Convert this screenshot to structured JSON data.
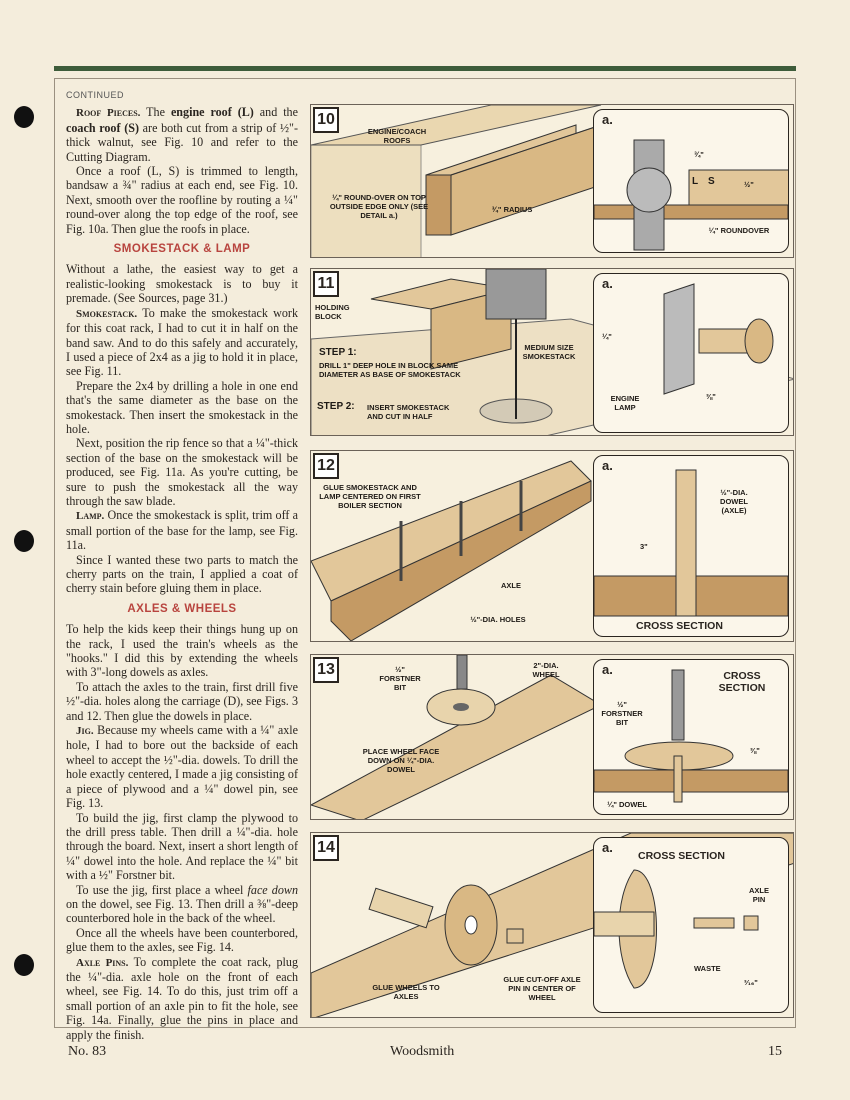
{
  "page": {
    "issue": "No. 83",
    "magazine": "Woodsmith",
    "page_number": "15"
  },
  "article": {
    "continued": "CONTINUED",
    "p1_head": "Roof Pieces.",
    "p1_a": " The ",
    "p1_engine": "engine roof (L)",
    "p1_b": " and the ",
    "p1_coach": "coach roof (S)",
    "p1_c": " are both cut from a strip of ½\"-thick walnut, see Fig. 10 and refer to the Cutting Diagram.",
    "p2": "Once a roof (L, S) is trimmed to length, bandsaw a ¾\" radius at each end, see Fig. 10. Next, smooth over the roofline by routing a ¼\" round-over along the top edge of the roof, see Fig. 10a. Then glue the roofs in place.",
    "h1": "SMOKESTACK & LAMP",
    "p3": "Without a lathe, the easiest way to get a realistic-looking smokestack is to buy it premade. (See Sources, page 31.)",
    "p4_head": "Smokestack.",
    "p4": " To make the smokestack work for this coat rack, I had to cut it in half on the band saw. And to do this safely and accurately, I used a piece of 2x4 as a jig to hold it in place, see Fig. 11.",
    "p5": "Prepare the 2x4 by drilling a hole in one end that's the same diameter as the base on the smokestack. Then insert the smokestack in the hole.",
    "p6": "Next, position the rip fence so that a ¼\"-thick section of the base on the smokestack will be produced, see Fig. 11a. As you're cutting, be sure to push the smokestack all the way through the saw blade.",
    "p7_head": "Lamp.",
    "p7": " Once the smokestack is split, trim off a small portion of the base for the lamp, see Fig. 11a.",
    "p8": "Since I wanted these two parts to match the cherry parts on the train, I applied a coat of cherry stain before gluing them in place.",
    "h2": "AXLES & WHEELS",
    "p9": "To help the kids keep their things hung up on the rack, I used the train's wheels as the \"hooks.\" I did this by extending the wheels with 3\"-long dowels as axles.",
    "p10": "To attach the axles to the train, first drill five ½\"-dia. holes along the carriage (D), see Figs. 3 and 12. Then glue the dowels in place.",
    "p11_head": "Jig.",
    "p11": " Because my wheels came with a ¼\" axle hole, I had to bore out the backside of each wheel to accept the ½\"-dia. dowels. To drill the hole exactly centered, I made a jig consisting of a piece of plywood and a ¼\" dowel pin, see Fig. 13.",
    "p12": "To build the jig, first clamp the plywood to the drill press table. Then drill a ¼\"-dia. hole through the board. Next, insert a short length of ¼\" dowel into the hole. And replace the ¼\" bit with a ½\" Forstner bit.",
    "p13_a": "To use the jig, first place a wheel ",
    "p13_em": "face down",
    "p13_b": " on the dowel, see Fig. 13. Then drill a ⅜\"-deep counterbored hole in the back of the wheel.",
    "p14": "Once all the wheels have been counterbored, glue them to the axles, see Fig. 14.",
    "p15_head": "Axle Pins.",
    "p15": " To complete the coat rack, plug the ¼\"-dia. axle hole on the front of each wheel, see Fig. 14. To do this, just trim off a small portion of an axle pin to fit the hole, see Fig. 14a. Finally, glue the pins in place and apply the finish."
  },
  "figures": {
    "f10": {
      "num": "10",
      "detail": "a.",
      "roofs": "ENGINE/COACH ROOFS",
      "roundover": "¼\" ROUND-OVER ON TOP OUTSIDE EDGE ONLY (SEE DETAIL a.)",
      "radius": "¾\" RADIUS",
      "d_34": "¾\"",
      "d_12": "½\"",
      "d_L": "L",
      "d_S": "S",
      "d_round": "¼\" ROUNDOVER"
    },
    "f11": {
      "num": "11",
      "detail": "a.",
      "holding": "HOLDING BLOCK",
      "step1": "STEP 1:",
      "step1_text": "DRILL 1\" DEEP HOLE IN BLOCK SAME DIAMETER AS BASE OF SMOKESTACK",
      "step2": "STEP 2:",
      "step2_text": "INSERT SMOKESTACK AND CUT IN HALF",
      "medium": "MEDIUM SIZE SMOKESTACK",
      "d_14": "¼\"",
      "d_engine": "ENGINE LAMP",
      "d_38": "⅜\""
    },
    "f12": {
      "num": "12",
      "detail": "a.",
      "glue": "GLUE SMOKESTACK AND LAMP CENTERED ON FIRST BOILER SECTION",
      "axle": "AXLE",
      "holes": "½\"-DIA. HOLES",
      "d_dowel": "½\"-DIA. DOWEL (AXLE)",
      "d_3": "3\"",
      "cross": "CROSS SECTION"
    },
    "f13": {
      "num": "13",
      "detail": "a.",
      "forstner": "½\" FORSTNER BIT",
      "wheel": "2\"-DIA. WHEEL",
      "place": "PLACE WHEEL FACE DOWN ON ¼\"-DIA. DOWEL",
      "d_forstner": "½\" FORSTNER BIT",
      "d_cross": "CROSS SECTION",
      "d_38": "⅜\"",
      "d_dowel": "¼\" DOWEL"
    },
    "f14": {
      "num": "14",
      "detail": "a.",
      "cross": "CROSS SECTION",
      "glue_wheels": "GLUE WHEELS TO AXLES",
      "glue_pin": "GLUE CUT-OFF AXLE PIN IN CENTER OF WHEEL",
      "axle_pin": "AXLE PIN",
      "waste": "WASTE",
      "d_316": "³⁄₁₆\""
    }
  },
  "colors": {
    "accent_bar": "#3d5c3a",
    "heading_red": "#b8443e",
    "wood": "#e2c79a",
    "wood_dark": "#c49a64"
  }
}
